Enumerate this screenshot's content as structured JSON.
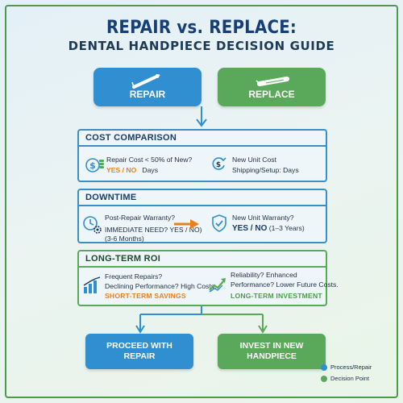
{
  "header": {
    "title": "REPAIR vs. REPLACE:",
    "subtitle": "DENTAL HANDPIECE DECISION GUIDE"
  },
  "top_buttons": {
    "repair": "REPAIR",
    "replace": "REPLACE"
  },
  "cost_comparison": {
    "heading": "COST COMPARISON",
    "left_q": "Repair Cost < 50% of New?",
    "left_yn": "YES / NO",
    "left_days": "Days",
    "right_l1": "New Unit Cost",
    "right_l2": "Shipping/Setup: Days"
  },
  "downtime": {
    "heading": "DOWNTIME",
    "left_q": "Post-Repair Warranty?",
    "left_q2": "IMMEDIATE NEED? YES / NO)",
    "left_l3": "(3-6 Months)",
    "right_q": "New Unit Warranty?",
    "right_yn": "YES / NO",
    "right_years": "(1–3 Years)"
  },
  "long_term_roi": {
    "heading": "LONG-TERM ROI",
    "left_l1": "Frequent Repairs?",
    "left_l2": "Declining Performance? High Costs.",
    "left_tag": "SHORT-TERM SAVINGS",
    "right_l1": "Reliability? Enhanced",
    "right_l2": "Performance? Lower Future Costs.",
    "right_tag": "LONG-TERM INVESTMENT"
  },
  "bottom_buttons": {
    "proceed_l1": "PROCEED WITH",
    "proceed_l2": "REPAIR",
    "invest_l1": "INVEST IN NEW",
    "invest_l2": "HANDPIECE"
  },
  "legend": {
    "process": "Process/Repair",
    "decision": "Decision Point"
  },
  "colors": {
    "blue": "#2f8fd0",
    "green": "#5aa95a",
    "navy": "#163f78",
    "orange": "#e8801e"
  },
  "icons": [
    "handpiece-icon",
    "dollar-coins-icon",
    "dollar-cycle-icon",
    "clock-gear-icon",
    "shield-check-icon",
    "bar-trend-icon",
    "growth-arrow-icon",
    "arrow-right-icon",
    "arrow-down-icon"
  ]
}
